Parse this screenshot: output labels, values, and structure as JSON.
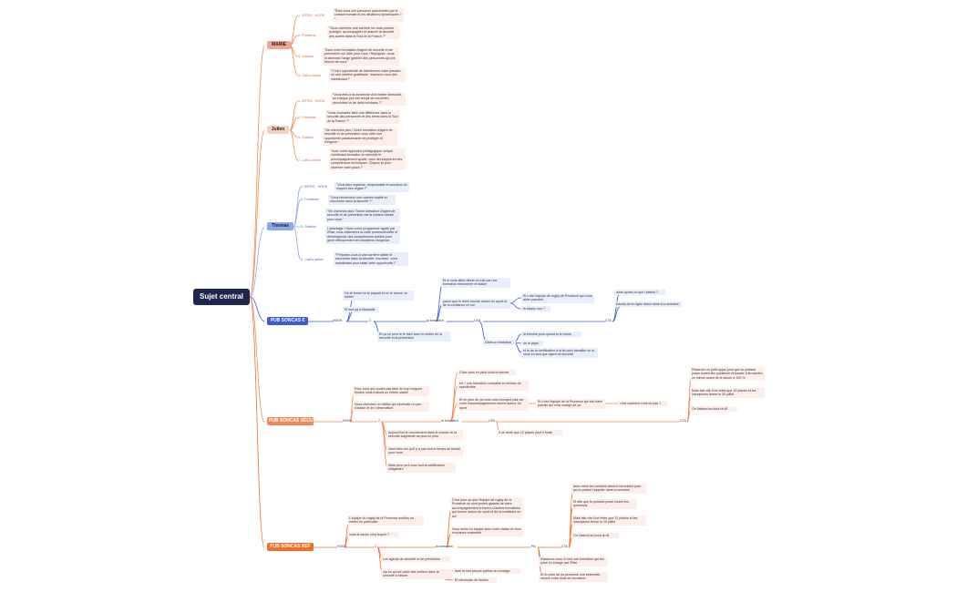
{
  "colors": {
    "orange": "#ef8a56",
    "salmon": "#f3a594",
    "peach": "#f6d2bd",
    "blue": "#8aaae8",
    "blue_dark": "#3d5bd8",
    "orange_dark": "#f36c28",
    "root_bg": "#1e2650",
    "text_orange": "#d06a3e",
    "text_blue": "#4a62c9",
    "card_orange": "#fdeee9",
    "card_blue": "#e9eefd"
  },
  "root": "Sujet central",
  "branches": {
    "marie": "MARIE",
    "julien": "Julien",
    "thomas": "Thomas",
    "sonicas_e": "PUB SONCAS €",
    "sonicas_secu": "PUB SONCAS SÉCU",
    "sonicas_ref": "PUB SONCAS REF"
  },
  "marie": {
    "intro": "1- INTRO - HOOK",
    "intro_t": "\"Êtes-vous une personne passionnée par le contact humain et les situations dynamiques ? \"",
    "prob": "2- Problème",
    "prob_t": "\"Vous cherchez une carrière où vous pouvez protéger, accompagner et assurer la sécurité des autres dans le Sud de la France ?\"",
    "sol": "3- Solution",
    "sol_t": "\"Avec notre formation d'agent de sécurité et de prévention sur l'aile pour vous ! Rejoignez- nous et devenez l'ange gardien des personnes qui ont besoin de vous.\"",
    "cta": "2- Call to action",
    "cta_t": "\"C'est l'opportunité de transformer votre passion en une carrière gratifiante. Inscrivez-vous dès maintenant !\""
  },
  "julien": {
    "intro": "1- INTRO - HOOK",
    "intro_t": "\"Vous êtes à la recherche d'un métier stimulant, où chaque jour est rempli de nouvelles rencontres et de défis excitants ?\"",
    "prob": "2- Problème",
    "prob_t": "\"Vous souhaitez faire une différence dans la sécurité des personnes et des biens dans le Sud de la France ?\"",
    "sol": "3- Solution",
    "sol_t": "\"Ne cherchez plus ! Notre formation d'agent de sécurité et de prévention vous offre une opportunité passionnante de protéger et d'inspirer.\"",
    "cta": "2- Call to action",
    "cta_t": "\"Avec notre approche pédagogique unique combinant formation en sécurité et accompagnement sportif, vous développerez des compétences techniques. Cliquez ici pour réserver votre place !\""
  },
  "thomas": {
    "intro": "1- INTRO - HOOK",
    "intro_t": "\"Vous êtes organisé, responsable et soucieux du respect des règles ?\"",
    "prob": "2- Problème",
    "prob_t": "\"Vous recherchez une carrière stable et structurée dans la sécurité ?\"",
    "sol": "3- Solution",
    "sol_t": "\"Ne cherchez plus ! Notre formation d'agent de sécurité et de prévention est la solution idéale pour vous.\"",
    "sol_t2": "L'avantage ? Avec notre programme agréé par l'État, vous obtiendrez la carte professionnelle et développerez des compétences solides pour gérer efficacement les situations d'urgence.",
    "cta": "2- Call to action",
    "cta_t": "\"Préparez-vous à une carrière stable et structurée dans la sécurité. Inscrivez- vous maintenant pour saisir cette opportunité !\""
  },
  "se": {
    "a1": "On te forme en te payant et on te donne un métier",
    "a2": "Et tout ça à Marseille",
    "hook": "HOOK",
    "two": "2",
    "a3": "Et ça ce peut te le faire avec le métier de la sécurité et la prévention",
    "form": "la formation",
    "b1": "Et si vous alliez direct ce trait par une formation rémunérée et stable",
    "b2": "parce que le rémé touche autour du sport et de la confiance en soi",
    "b3": "Et c'est l'équipe de rugby de Provence qui vous aider parrains",
    "b4": "la classe non ?",
    "cea": "CEA",
    "c1": "la formule pour quand tu te forme",
    "c2": "on te paye",
    "c3": "et tu as ta certification à la fin pour travailler ou tu veux en tant que agent de sécurité",
    "doc": "Dans un réception",
    "cta": "CTA",
    "d1": "alors qu'est-ce que t'attend ?",
    "d2": "Inscris-toi en ligne direct dans à la semaine"
  },
  "ss": {
    "h1": "Pour vous qui voulez pas faire de trop longues études mais d'abord un métier stable",
    "h2": "Vous cherchez un métier qui nécessite un peu d'action et de l'observation",
    "hook": "HOOK",
    "two": "2",
    "a1": "Aujourd'hui le recrutement dans le monde de la sécurité augmente de plus en plus",
    "a2": "Vous êtes sûr qu'il y a pas tout le temps de travail pour vous",
    "a3": "Mais pour ça il vous faut la certification obligatoire",
    "form": "la formation",
    "f1": "Chez vous en peut vous la donner",
    "f2": "en + une formation complète en termes de spécificités",
    "f3": "Et en plus de ça vous vous envoyez pas car votre d'accompagnement tourne autour du sport",
    "f4": "Et c'est l'équipe de la Provence qui est notre parrain qui s'est chargé de ça",
    "f5": "c'est vraiment n'est ce pas ?",
    "cea": "CEA",
    "f6": "Il ne reste que 12 places pour il fonte",
    "cta": "CTA",
    "c1": "Réservez un petit appel pour que tu puisses poser toutes tes questions et passer à la caméra ce même avant de te lancer à 100 %",
    "c2": "Mais fais vite il ne reste que 12 places et les inscriptions ferme le 25 juillet",
    "c3": "On t'attend au bout du fil"
  },
  "sr": {
    "h1": "L'équipe du rugby de la Provence soutien un métier en particulier",
    "h2": "vous le savez c'est lequel ?",
    "hook": "HOOK",
    "two": "2",
    "a1": "Les agents de sécurité et de prévention",
    "a2": "car ce qu'ont parle des métiers dans la sécurité à besoin",
    "a3": "dont la font preuve parfois du courage",
    "a4": "Et nécessite de l'action",
    "form": "la formation",
    "f1": "C'est pour ça que l'équipe de rugby de la Provence se sont portés garants de votre accompagnement à travers d'autres formations qui tourne autour du sport et de la confiance en soi",
    "f2": "Vous serez en équipe avec votre classe et vous évoluerez ensemble",
    "pa": "PA",
    "p1": "Rassurez-vous il n'est une formation qui est prise en charge par l'État",
    "p2": "Et en plus de ça personne une indemnité réussir votre mois de formation",
    "cta": "CTA",
    "c1": "donc mets tes contacts dans le formulaire pour qu'on puisse t'appeler dans la semaine",
    "c2": "Et afin que tu puisses poser toutes tes questions",
    "c3": "Mais fais vite il ne reste que 12 places et les inscriptions ferme le 25 juillet",
    "c4": "On t'attend au bout du fil"
  }
}
